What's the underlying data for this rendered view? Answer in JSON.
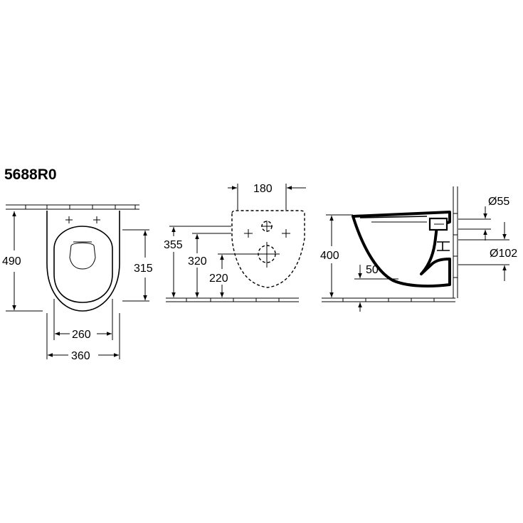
{
  "model_code": "5688R0",
  "top_view": {
    "depth": "490",
    "seat_depth": "315",
    "inner_width": "260",
    "outer_width": "360"
  },
  "wall_view": {
    "fixing_spacing": "180",
    "height_1": "355",
    "height_2": "320",
    "height_3": "220"
  },
  "side_view": {
    "rim_height": "400",
    "outlet_height": "50",
    "inlet_diameter": "Ø55",
    "outlet_diameter": "Ø102"
  }
}
